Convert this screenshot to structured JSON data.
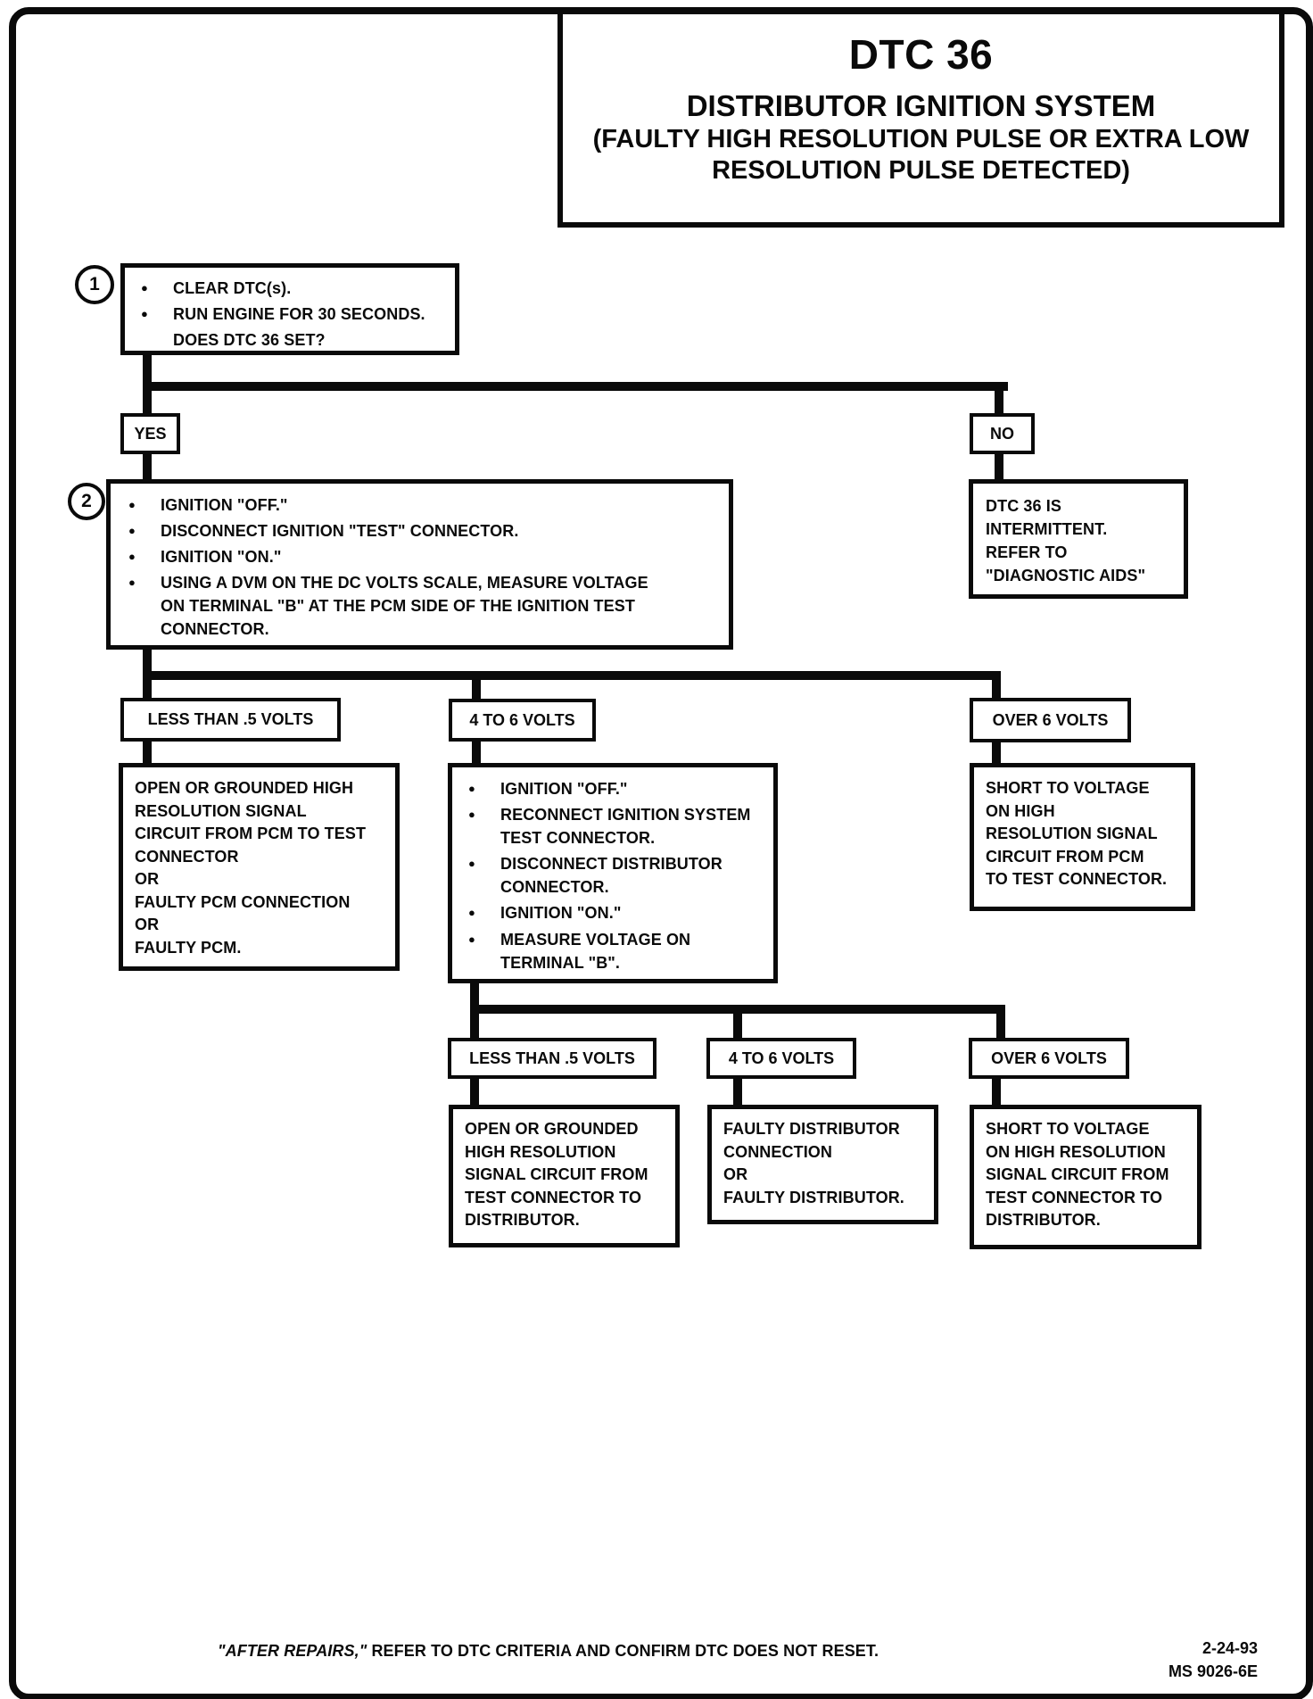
{
  "title": {
    "code": "DTC 36",
    "system": "DISTRIBUTOR IGNITION SYSTEM",
    "condition": "(FAULTY HIGH RESOLUTION PULSE OR EXTRA LOW\nRESOLUTION PULSE DETECTED)"
  },
  "steps": {
    "step1": {
      "number": "1",
      "bullets": [
        "CLEAR DTC(s).",
        "RUN ENGINE FOR 30 SECONDS."
      ],
      "question": "DOES DTC 36 SET?"
    },
    "step2": {
      "number": "2",
      "bullets": [
        "IGNITION \"OFF.\"",
        "DISCONNECT IGNITION \"TEST\" CONNECTOR.",
        "IGNITION \"ON.\"",
        "USING A DVM ON THE DC VOLTS SCALE, MEASURE VOLTAGE\nON TERMINAL \"B\" AT THE PCM SIDE OF THE IGNITION TEST\nCONNECTOR."
      ]
    }
  },
  "branches": {
    "yes_label": "YES",
    "no_label": "NO",
    "no_result": "DTC 36 IS\nINTERMITTENT.\nREFER TO\n\"DIAGNOSTIC AIDS\""
  },
  "tier1": {
    "label_less": "LESS THAN .5 VOLTS",
    "label_mid": "4 TO 6 VOLTS",
    "label_over": "OVER 6 VOLTS",
    "less_result": "OPEN OR GROUNDED HIGH\nRESOLUTION SIGNAL\nCIRCUIT FROM PCM TO TEST\nCONNECTOR\nOR\nFAULTY PCM CONNECTION\nOR\nFAULTY PCM.",
    "mid_bullets": [
      "IGNITION \"OFF.\"",
      "RECONNECT IGNITION SYSTEM\nTEST CONNECTOR.",
      "DISCONNECT DISTRIBUTOR\nCONNECTOR.",
      "IGNITION \"ON.\"",
      "MEASURE VOLTAGE ON\nTERMINAL \"B\"."
    ],
    "over_result": "SHORT TO VOLTAGE\nON HIGH\nRESOLUTION SIGNAL\nCIRCUIT FROM PCM\nTO TEST CONNECTOR."
  },
  "tier2": {
    "label_less": "LESS THAN .5 VOLTS",
    "label_mid": "4 TO 6 VOLTS",
    "label_over": "OVER 6 VOLTS",
    "less_result": "OPEN OR GROUNDED\nHIGH RESOLUTION\nSIGNAL CIRCUIT FROM\nTEST CONNECTOR TO\nDISTRIBUTOR.",
    "mid_result": "FAULTY DISTRIBUTOR\nCONNECTION\nOR\nFAULTY DISTRIBUTOR.",
    "over_result": "SHORT TO VOLTAGE\nON HIGH RESOLUTION\nSIGNAL CIRCUIT FROM\nTEST CONNECTOR TO\nDISTRIBUTOR."
  },
  "footer": {
    "note_emphasis": "\"AFTER REPAIRS,\"",
    "note_text": " REFER TO DTC CRITERIA AND CONFIRM DTC DOES NOT RESET.",
    "date": "2-24-93",
    "doc_number": "MS 9026-6E"
  }
}
